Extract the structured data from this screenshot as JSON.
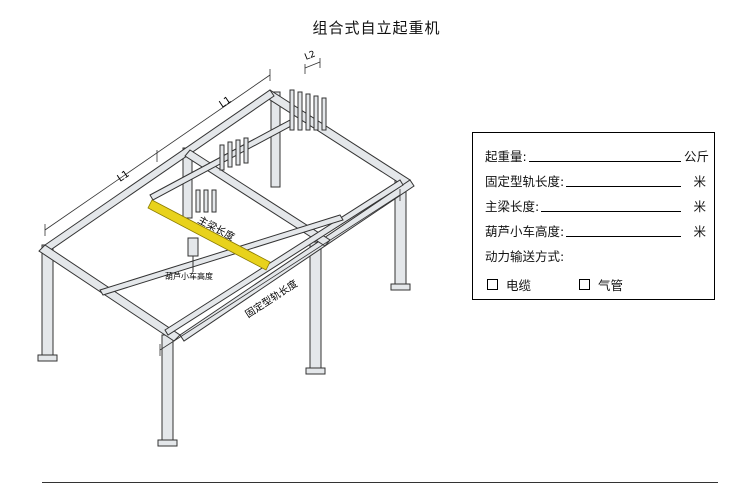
{
  "title": "组合式自立起重机",
  "dimension_labels": {
    "l1_a": "L1",
    "l1_b": "L1",
    "l2": "L2"
  },
  "annotations": {
    "main_beam_length": "主梁长度",
    "hoist_trolley_height": "葫芦小车高度",
    "fixed_rail_length": "固定型轨长度"
  },
  "form": {
    "fields": [
      {
        "label": "起重量:",
        "unit": "公斤"
      },
      {
        "label": "固定型轨长度:",
        "unit": "米"
      },
      {
        "label": "主梁长度:",
        "unit": "米"
      },
      {
        "label": "葫芦小车高度:",
        "unit": "米"
      }
    ],
    "power_label": "动力输送方式:",
    "options": [
      "电缆",
      "气管"
    ]
  },
  "colors": {
    "frame_fill": "#e4e7ea",
    "frame_stroke": "#333333",
    "main_beam": "#e8d21c"
  }
}
